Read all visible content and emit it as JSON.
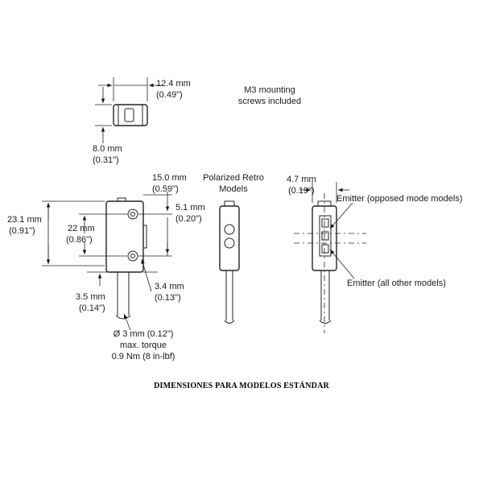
{
  "top_view": {
    "width_mm": "12.4 mm",
    "width_in": "(0.49\")",
    "depth_mm": "8.0 mm",
    "depth_in": "(0.31\")"
  },
  "note": {
    "line1": "M3 mounting",
    "line2": "screws included"
  },
  "side_view": {
    "length_mm": "15.0 mm",
    "length_in": "(0.59\")",
    "hole_offset_mm": "5.1 mm",
    "hole_offset_in": "(0.20\")",
    "height_mm": "23.1 mm",
    "height_in": "(0.91\")",
    "hole_spacing_mm": "22 mm",
    "hole_spacing_in": "(0.86\")",
    "cable_offset_mm": "3.5 mm",
    "cable_offset_in": "(0.14\")",
    "bottom_offset_mm": "3.4 mm",
    "bottom_offset_in": "(0.13\")",
    "cable_dia": "Ø 3 mm (0.12\")",
    "torque_line1": "max. torque",
    "torque_line2": "0.9 Nm (8 in-lbf)"
  },
  "retro_view": {
    "title_line1": "Polarized Retro",
    "title_line2": "Models"
  },
  "front_view": {
    "width_mm": "4.7 mm",
    "width_in": "(0.19\")",
    "emitter_opposed": "Emitter (opposed mode models)",
    "emitter_other": "Emitter (all other models)"
  },
  "caption": "DIMENSIONES PARA MODELOS ESTÁNDAR"
}
